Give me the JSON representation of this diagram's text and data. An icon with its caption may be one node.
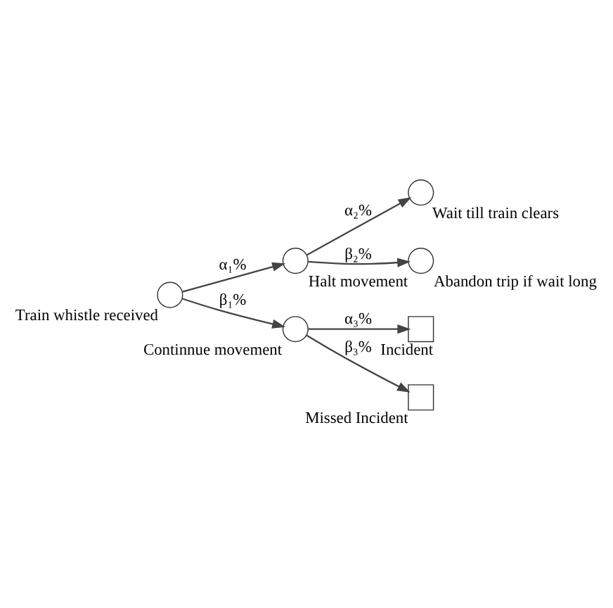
{
  "diagram": {
    "nodes": [
      {
        "text": [
          "Train whistle received"
        ]
      },
      {
        "text": [
          "Halt movement"
        ]
      },
      {
        "text": [
          "Continnue movement"
        ]
      },
      {
        "text": [
          "Wait till train clears"
        ]
      },
      {
        "text": [
          "Abandon trip if wait long"
        ]
      },
      {
        "text": [
          "Incident"
        ]
      },
      {
        "text": [
          "Missed Incident"
        ]
      }
    ],
    "edges": [
      {
        "from": 0,
        "to": 1,
        "arrow": "to",
        "label": "α₁%"
      },
      {
        "from": 0,
        "to": 2,
        "arrow": "to",
        "label": "β₁%"
      },
      {
        "from": 1,
        "to": 3,
        "arrow": "to",
        "label": "α₂%"
      },
      {
        "from": 1,
        "to": 4,
        "arrow": "to",
        "label": "β₂%"
      },
      {
        "from": 2,
        "to": 5,
        "arrow": "to",
        "label": "α₃%"
      },
      {
        "from": 2,
        "to": 6,
        "arrow": "to",
        "label": "β₃%"
      }
    ]
  }
}
